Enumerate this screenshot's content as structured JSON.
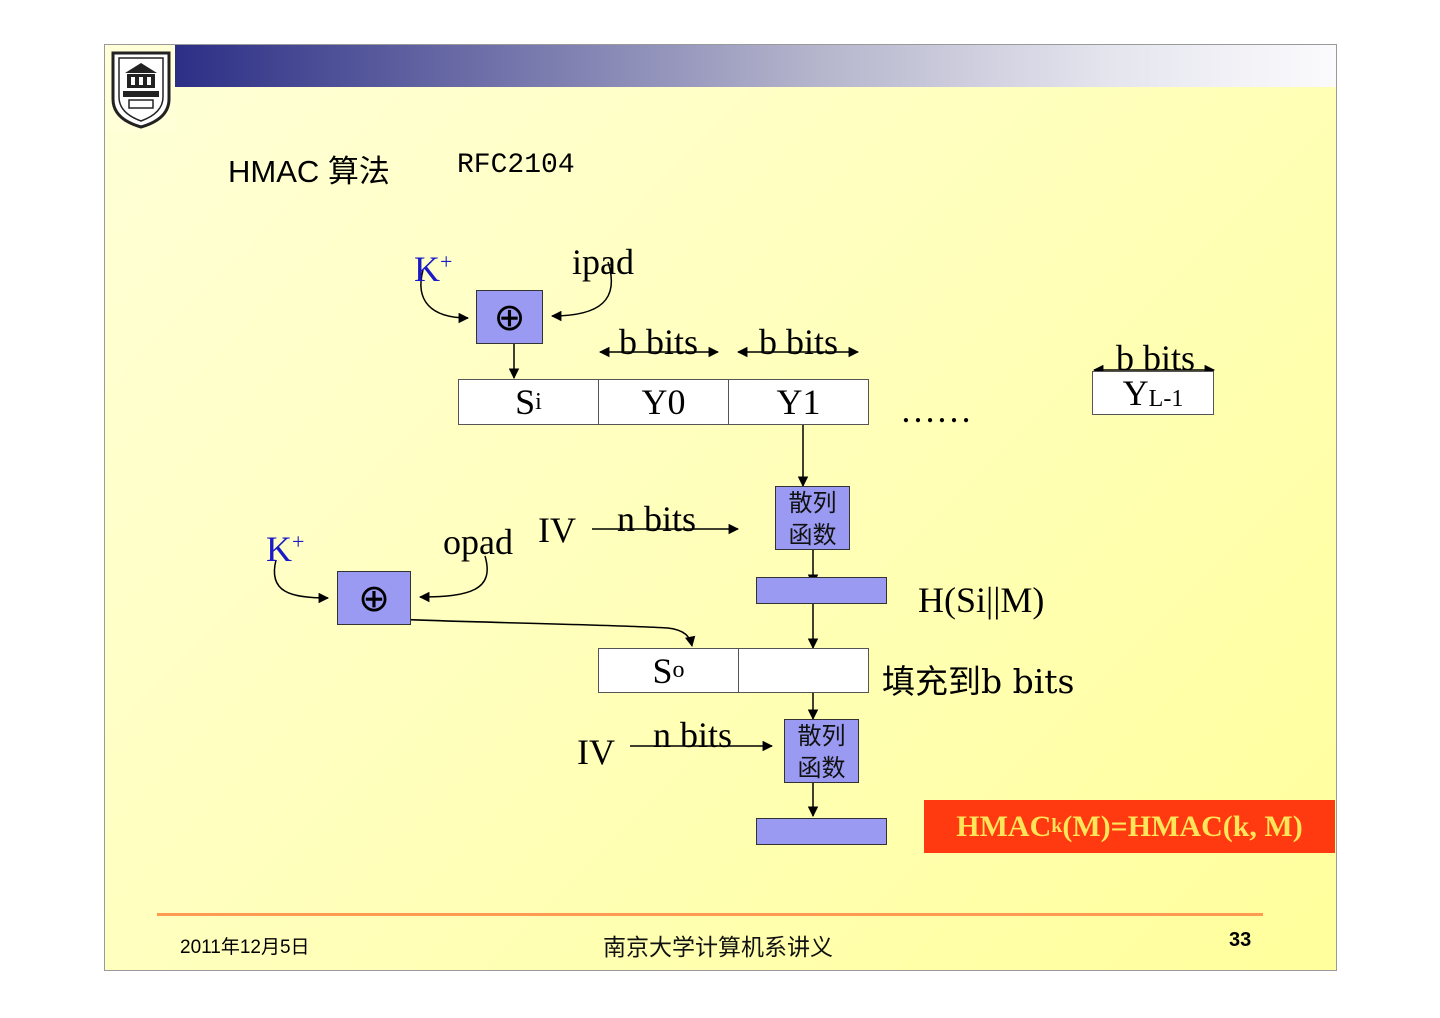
{
  "slide": {
    "title": "HMAC 算法",
    "rfc": "RFC2104",
    "footer": {
      "date": "2011年12月5日",
      "center": "南京大学计算机系讲义",
      "page_number": "33"
    }
  },
  "diagram": {
    "inner": {
      "key": "K",
      "key_sup": "+",
      "pad": "ipad",
      "xor_symbol": "⊕",
      "block_si": "S",
      "block_si_sub": "i",
      "block_y0": "Y0",
      "block_y1": "Y1",
      "ellipsis": "……",
      "block_last": "Y",
      "block_last_sub": "L-1",
      "bits_label_1": "b bits",
      "bits_label_2": "b bits",
      "bits_label_3": "b bits"
    },
    "hash1": {
      "box_text": "散列函数",
      "iv": "IV",
      "iv_bits": "n bits",
      "output_label": "H(Si||M)"
    },
    "outer": {
      "key": "K",
      "key_sup": "+",
      "pad": "opad",
      "xor_symbol": "⊕",
      "block_so": "S",
      "block_so_sub": "o",
      "pad_to": "填充到b bits"
    },
    "hash2": {
      "box_text": "散列函数",
      "iv": "IV",
      "iv_bits": "n bits"
    },
    "result": {
      "prefix": "HMAC",
      "sub": "k",
      "rest": "(M)=HMAC(k, M)"
    }
  },
  "colors": {
    "title_bar_start": "#2c2f86",
    "slide_bg": "#ffffb8",
    "box_fill": "#9a9af2",
    "key_color": "#1a1ac8",
    "result_bg": "#ff3a10",
    "result_text": "#ffe55a",
    "footer_rule": "#ff9a52"
  }
}
